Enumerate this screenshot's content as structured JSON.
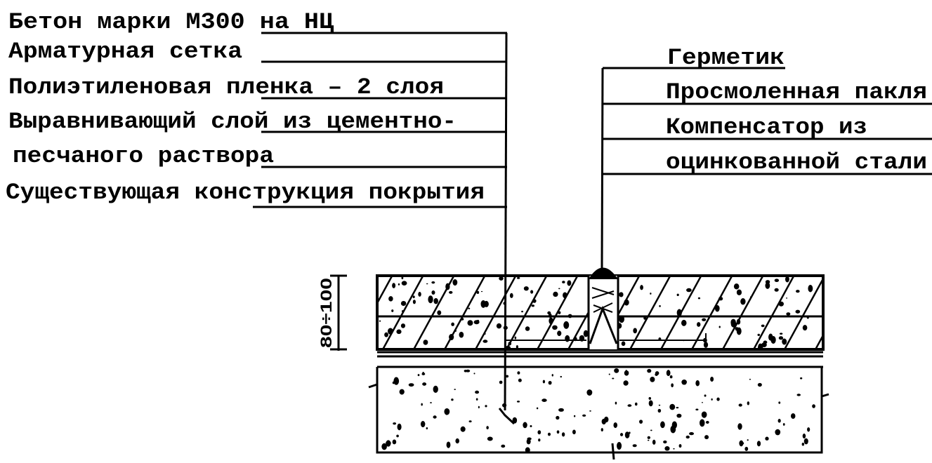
{
  "left_labels": [
    "Бетон марки М300 на НЦ",
    "Арматурная сетка",
    "Полиэтиленовая пленка – 2 слоя",
    "Выравнивающий слой из цементно-",
    "песчаного раствора",
    "Существующая конструкция покрытия"
  ],
  "right_labels": [
    "Герметик",
    "Просмоленная пакля",
    "Компенсатор из",
    "оцинкованной стали"
  ],
  "dimension": "80÷100"
}
